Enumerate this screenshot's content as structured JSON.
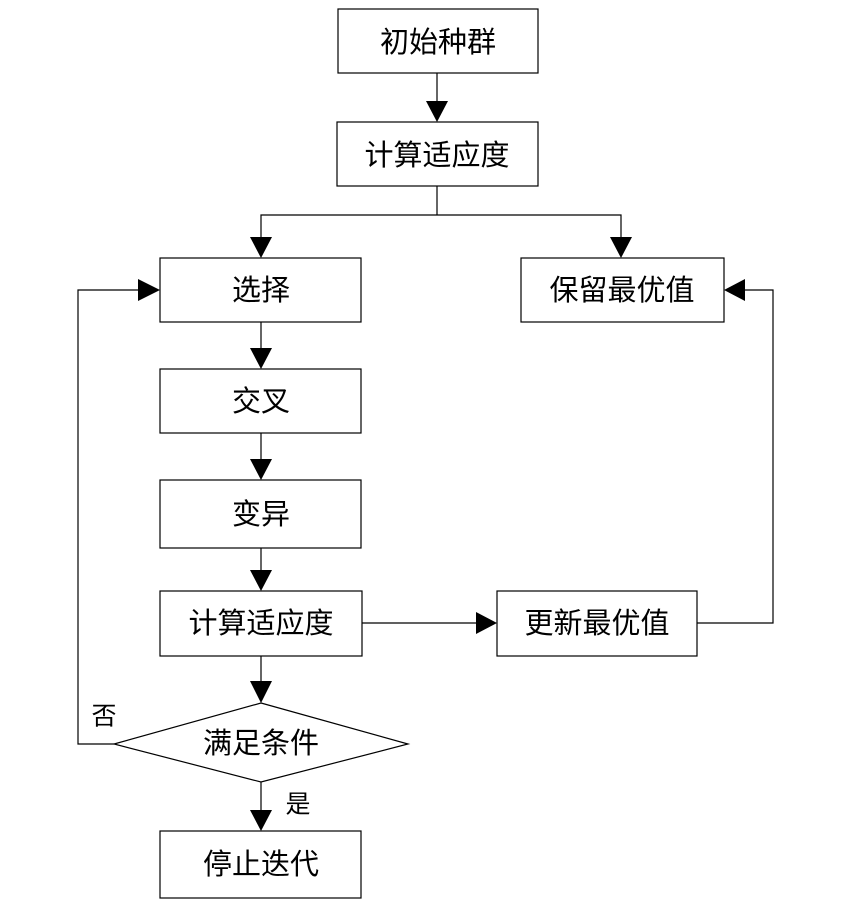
{
  "nodes": {
    "init": "初始种群",
    "fitness1": "计算适应度",
    "select": "选择",
    "keep_best": "保留最优值",
    "crossover": "交叉",
    "mutation": "变异",
    "fitness2": "计算适应度",
    "update_best": "更新最优值",
    "condition": "满足条件",
    "stop": "停止迭代"
  },
  "edges": {
    "no": "否",
    "yes": "是"
  }
}
